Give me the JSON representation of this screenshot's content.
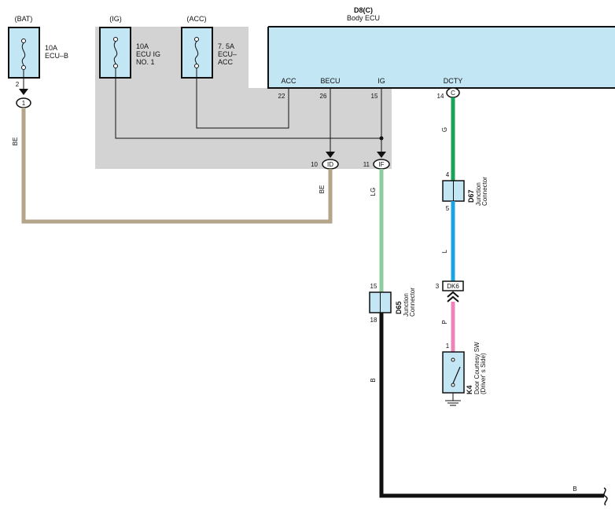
{
  "supplies": {
    "bat": "(BAT)",
    "ig": "(IG)",
    "acc": "(ACC)"
  },
  "fuses": {
    "ecu_b": {
      "amp": "10A",
      "name": "ECU–B",
      "pin": "2",
      "conn": "1"
    },
    "ecu_ig": {
      "amp": "10A",
      "line1": "ECU IG",
      "line2": "NO. 1"
    },
    "ecu_acc": {
      "amp": "7. 5A",
      "line1": "ECU–",
      "line2": "ACC"
    }
  },
  "ecu": {
    "code": "D8(C)",
    "name": "Body ECU",
    "pins": [
      {
        "label": "ACC",
        "num": "22"
      },
      {
        "label": "BECU",
        "num": "26"
      },
      {
        "label": "IG",
        "num": "15"
      },
      {
        "label": "DCTY",
        "num": "14",
        "conn": "C"
      }
    ]
  },
  "splices": [
    {
      "num": "10",
      "id": "ID"
    },
    {
      "num": "11",
      "id": "IF"
    }
  ],
  "wires": {
    "be_left": "BE",
    "be_right": "BE",
    "lg": "LG",
    "g": "G",
    "l": "L",
    "p": "P",
    "b_vert": "B",
    "b_bottom": "B"
  },
  "wire_colors": {
    "BE": "#b3a48a",
    "LG": "#8dcc9c",
    "G": "#17a457",
    "L": "#1aa5e2",
    "P": "#ec84b9",
    "B": "#111111"
  },
  "d67": {
    "code": "D67",
    "line1": "Junction",
    "line2": "Connector",
    "pin_top": "4",
    "pin_bot": "5"
  },
  "d65": {
    "code": "D65",
    "line1": "Junction",
    "line2": "Connector",
    "pin_top": "15",
    "pin_bot": "18"
  },
  "dk6": {
    "pin": "3",
    "name": "DK6"
  },
  "k4": {
    "code": "K4",
    "line1": "Door Courtesy SW",
    "line2": "(Driver' s Side)",
    "pin": "1"
  },
  "colors": {
    "component_fill": "#c3e6f5",
    "shaded_area": "#d3d3d3"
  }
}
